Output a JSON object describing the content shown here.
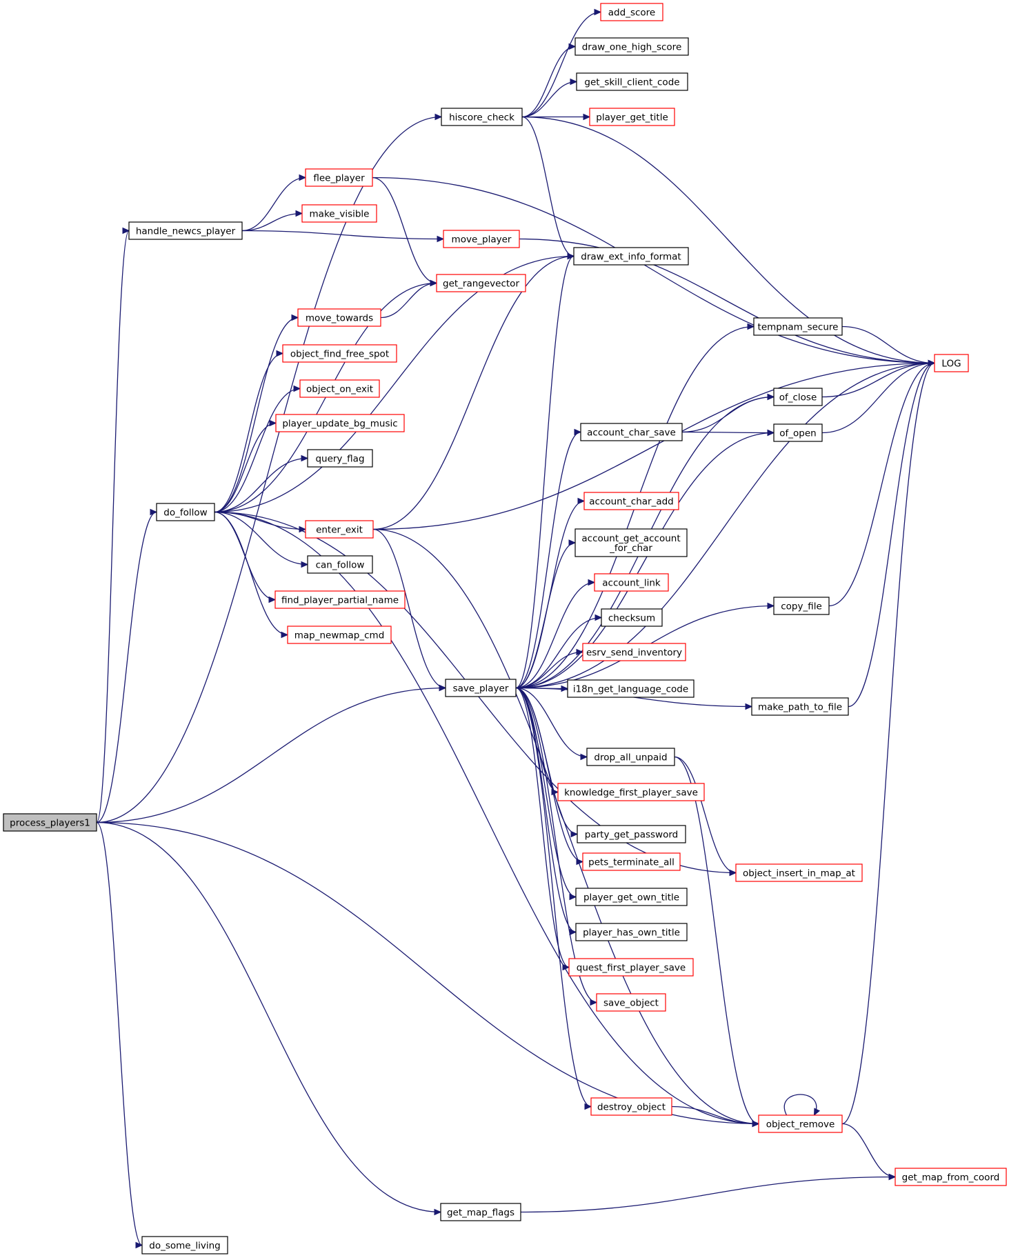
{
  "colors": {
    "edge": "#191970",
    "border_documented": "#000000",
    "border_undocumented": "#ff0000",
    "fill_root": "#bfbfbf",
    "fill_default": "#ffffff"
  },
  "nodes": [
    {
      "id": "process_players1",
      "lines": [
        "process_players1"
      ],
      "border": "black",
      "root": true
    },
    {
      "id": "hiscore_check",
      "lines": [
        "hiscore_check"
      ],
      "border": "black"
    },
    {
      "id": "add_score",
      "lines": [
        "add_score"
      ],
      "border": "red"
    },
    {
      "id": "draw_one_high_score",
      "lines": [
        "draw_one_high_score"
      ],
      "border": "black"
    },
    {
      "id": "get_skill_client_code",
      "lines": [
        "get_skill_client_code"
      ],
      "border": "black"
    },
    {
      "id": "player_get_title",
      "lines": [
        "player_get_title"
      ],
      "border": "red"
    },
    {
      "id": "flee_player",
      "lines": [
        "flee_player"
      ],
      "border": "red"
    },
    {
      "id": "handle_newcs_player",
      "lines": [
        "handle_newcs_player"
      ],
      "border": "black"
    },
    {
      "id": "make_visible",
      "lines": [
        "make_visible"
      ],
      "border": "red"
    },
    {
      "id": "move_player",
      "lines": [
        "move_player"
      ],
      "border": "red"
    },
    {
      "id": "draw_ext_info_format",
      "lines": [
        "draw_ext_info_format"
      ],
      "border": "black"
    },
    {
      "id": "get_rangevector",
      "lines": [
        "get_rangevector"
      ],
      "border": "red"
    },
    {
      "id": "move_towards",
      "lines": [
        "move_towards"
      ],
      "border": "red"
    },
    {
      "id": "tempnam_secure",
      "lines": [
        "tempnam_secure"
      ],
      "border": "black"
    },
    {
      "id": "LOG",
      "lines": [
        "LOG"
      ],
      "border": "red"
    },
    {
      "id": "object_find_free_spot",
      "lines": [
        "object_find_free_spot"
      ],
      "border": "red"
    },
    {
      "id": "object_on_exit",
      "lines": [
        "object_on_exit"
      ],
      "border": "red"
    },
    {
      "id": "of_close",
      "lines": [
        "of_close"
      ],
      "border": "black"
    },
    {
      "id": "player_update_bg_music",
      "lines": [
        "player_update_bg_music"
      ],
      "border": "red"
    },
    {
      "id": "account_char_save",
      "lines": [
        "account_char_save"
      ],
      "border": "black"
    },
    {
      "id": "of_open",
      "lines": [
        "of_open"
      ],
      "border": "black"
    },
    {
      "id": "query_flag",
      "lines": [
        "query_flag"
      ],
      "border": "black"
    },
    {
      "id": "account_char_add",
      "lines": [
        "account_char_add"
      ],
      "border": "red"
    },
    {
      "id": "do_follow",
      "lines": [
        "do_follow"
      ],
      "border": "black"
    },
    {
      "id": "enter_exit",
      "lines": [
        "enter_exit"
      ],
      "border": "red"
    },
    {
      "id": "account_get_account_for_char",
      "lines": [
        "account_get_account",
        "_for_char"
      ],
      "border": "black"
    },
    {
      "id": "can_follow",
      "lines": [
        "can_follow"
      ],
      "border": "black"
    },
    {
      "id": "account_link",
      "lines": [
        "account_link"
      ],
      "border": "red"
    },
    {
      "id": "find_player_partial_name",
      "lines": [
        "find_player_partial_name"
      ],
      "border": "red"
    },
    {
      "id": "copy_file",
      "lines": [
        "copy_file"
      ],
      "border": "black"
    },
    {
      "id": "checksum",
      "lines": [
        "checksum"
      ],
      "border": "black"
    },
    {
      "id": "map_newmap_cmd",
      "lines": [
        "map_newmap_cmd"
      ],
      "border": "red"
    },
    {
      "id": "esrv_send_inventory",
      "lines": [
        "esrv_send_inventory"
      ],
      "border": "red"
    },
    {
      "id": "save_player",
      "lines": [
        "save_player"
      ],
      "border": "black"
    },
    {
      "id": "i18n_get_language_code",
      "lines": [
        "i18n_get_language_code"
      ],
      "border": "black"
    },
    {
      "id": "make_path_to_file",
      "lines": [
        "make_path_to_file"
      ],
      "border": "black"
    },
    {
      "id": "drop_all_unpaid",
      "lines": [
        "drop_all_unpaid"
      ],
      "border": "black"
    },
    {
      "id": "knowledge_first_player_save",
      "lines": [
        "knowledge_first_player_save"
      ],
      "border": "red"
    },
    {
      "id": "party_get_password",
      "lines": [
        "party_get_password"
      ],
      "border": "black"
    },
    {
      "id": "pets_terminate_all",
      "lines": [
        "pets_terminate_all"
      ],
      "border": "red"
    },
    {
      "id": "object_insert_in_map_at",
      "lines": [
        "object_insert_in_map_at"
      ],
      "border": "red"
    },
    {
      "id": "player_get_own_title",
      "lines": [
        "player_get_own_title"
      ],
      "border": "black"
    },
    {
      "id": "player_has_own_title",
      "lines": [
        "player_has_own_title"
      ],
      "border": "black"
    },
    {
      "id": "quest_first_player_save",
      "lines": [
        "quest_first_player_save"
      ],
      "border": "red"
    },
    {
      "id": "save_object",
      "lines": [
        "save_object"
      ],
      "border": "red"
    },
    {
      "id": "destroy_object",
      "lines": [
        "destroy_object"
      ],
      "border": "red"
    },
    {
      "id": "object_remove",
      "lines": [
        "object_remove"
      ],
      "border": "red"
    },
    {
      "id": "get_map_from_coord",
      "lines": [
        "get_map_from_coord"
      ],
      "border": "red"
    },
    {
      "id": "get_map_flags",
      "lines": [
        "get_map_flags"
      ],
      "border": "black"
    },
    {
      "id": "do_some_living",
      "lines": [
        "do_some_living"
      ],
      "border": "black"
    }
  ],
  "edges": [
    [
      "process_players1",
      "hiscore_check"
    ],
    [
      "process_players1",
      "handle_newcs_player"
    ],
    [
      "process_players1",
      "do_follow"
    ],
    [
      "process_players1",
      "save_player"
    ],
    [
      "process_players1",
      "object_remove"
    ],
    [
      "process_players1",
      "get_map_flags"
    ],
    [
      "process_players1",
      "do_some_living"
    ],
    [
      "hiscore_check",
      "add_score"
    ],
    [
      "hiscore_check",
      "draw_one_high_score"
    ],
    [
      "hiscore_check",
      "get_skill_client_code"
    ],
    [
      "hiscore_check",
      "player_get_title"
    ],
    [
      "hiscore_check",
      "draw_ext_info_format"
    ],
    [
      "hiscore_check",
      "LOG"
    ],
    [
      "handle_newcs_player",
      "flee_player"
    ],
    [
      "handle_newcs_player",
      "make_visible"
    ],
    [
      "handle_newcs_player",
      "move_player"
    ],
    [
      "flee_player",
      "LOG"
    ],
    [
      "flee_player",
      "get_rangevector"
    ],
    [
      "move_player",
      "LOG"
    ],
    [
      "do_follow",
      "get_rangevector"
    ],
    [
      "do_follow",
      "move_towards"
    ],
    [
      "do_follow",
      "object_find_free_spot"
    ],
    [
      "do_follow",
      "object_on_exit"
    ],
    [
      "do_follow",
      "player_update_bg_music"
    ],
    [
      "do_follow",
      "query_flag"
    ],
    [
      "do_follow",
      "draw_ext_info_format"
    ],
    [
      "do_follow",
      "enter_exit"
    ],
    [
      "do_follow",
      "can_follow"
    ],
    [
      "do_follow",
      "find_player_partial_name"
    ],
    [
      "do_follow",
      "map_newmap_cmd"
    ],
    [
      "do_follow",
      "object_insert_in_map_at"
    ],
    [
      "do_follow",
      "object_remove"
    ],
    [
      "move_towards",
      "get_rangevector"
    ],
    [
      "enter_exit",
      "draw_ext_info_format"
    ],
    [
      "enter_exit",
      "LOG"
    ],
    [
      "enter_exit",
      "save_player"
    ],
    [
      "enter_exit",
      "object_remove"
    ],
    [
      "save_player",
      "draw_ext_info_format"
    ],
    [
      "save_player",
      "LOG"
    ],
    [
      "save_player",
      "tempnam_secure"
    ],
    [
      "save_player",
      "of_close"
    ],
    [
      "save_player",
      "account_char_save"
    ],
    [
      "save_player",
      "of_open"
    ],
    [
      "save_player",
      "account_char_add"
    ],
    [
      "save_player",
      "account_get_account_for_char"
    ],
    [
      "save_player",
      "account_link"
    ],
    [
      "save_player",
      "checksum"
    ],
    [
      "save_player",
      "esrv_send_inventory"
    ],
    [
      "save_player",
      "i18n_get_language_code"
    ],
    [
      "save_player",
      "copy_file"
    ],
    [
      "save_player",
      "make_path_to_file"
    ],
    [
      "save_player",
      "drop_all_unpaid"
    ],
    [
      "save_player",
      "knowledge_first_player_save"
    ],
    [
      "save_player",
      "party_get_password"
    ],
    [
      "save_player",
      "pets_terminate_all"
    ],
    [
      "save_player",
      "player_get_own_title"
    ],
    [
      "save_player",
      "player_has_own_title"
    ],
    [
      "save_player",
      "quest_first_player_save"
    ],
    [
      "save_player",
      "save_object"
    ],
    [
      "save_player",
      "destroy_object"
    ],
    [
      "tempnam_secure",
      "LOG"
    ],
    [
      "of_close",
      "LOG"
    ],
    [
      "of_open",
      "LOG"
    ],
    [
      "account_char_save",
      "of_close"
    ],
    [
      "account_char_save",
      "of_open"
    ],
    [
      "copy_file",
      "LOG"
    ],
    [
      "make_path_to_file",
      "LOG"
    ],
    [
      "drop_all_unpaid",
      "object_insert_in_map_at"
    ],
    [
      "drop_all_unpaid",
      "object_remove"
    ],
    [
      "destroy_object",
      "object_remove"
    ],
    [
      "object_remove",
      "LOG"
    ],
    [
      "object_remove",
      "object_remove"
    ],
    [
      "object_remove",
      "get_map_from_coord"
    ],
    [
      "get_map_flags",
      "get_map_from_coord"
    ]
  ]
}
